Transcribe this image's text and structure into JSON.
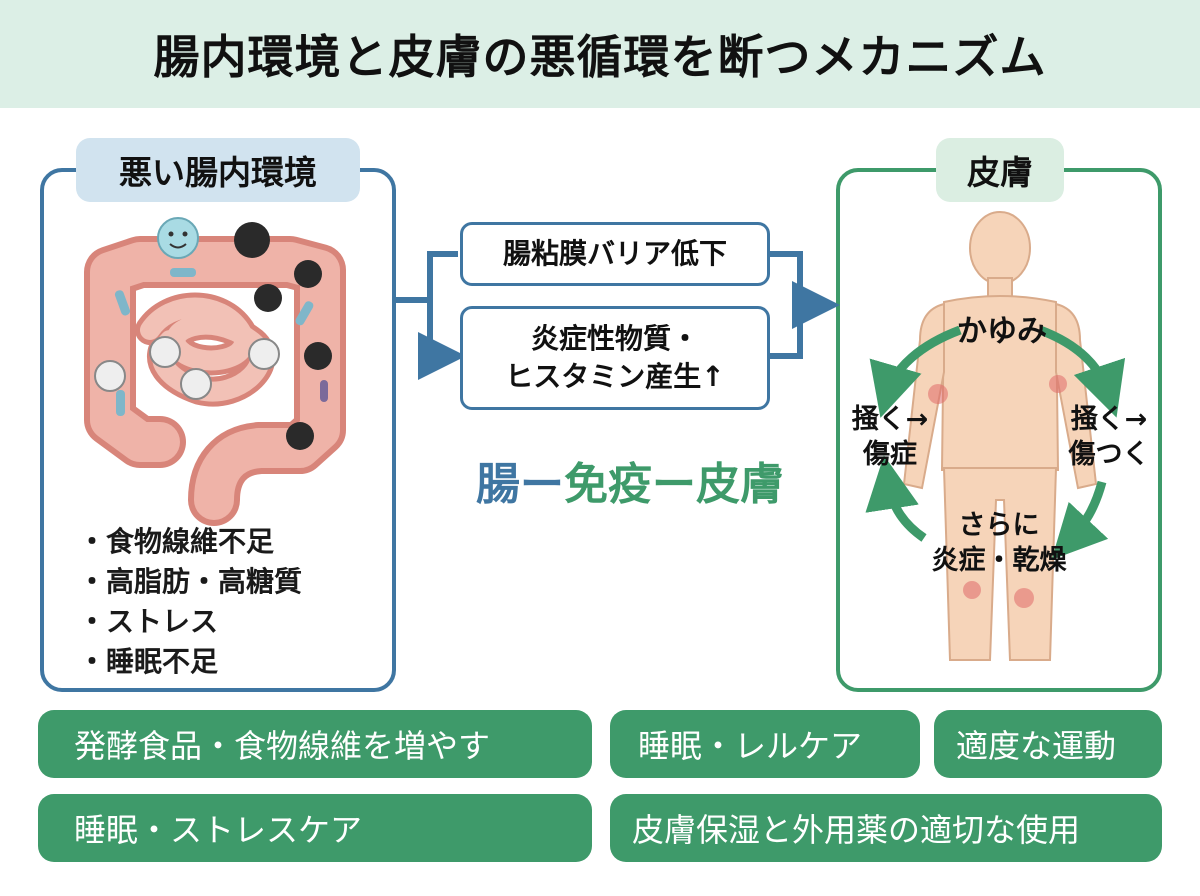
{
  "title": "腸内環境と皮膚の悪循環を断つメカニズム",
  "gut_panel": {
    "label": "悪い腸内環境",
    "factors": [
      "・食物線維不足",
      "・高脂肪・高糖質",
      "・ストレス",
      "・睡眠不足"
    ]
  },
  "skin_panel": {
    "label": "皮膚"
  },
  "mechanism": {
    "box1": "腸粘膜バリア低下",
    "box2_line1": "炎症性物質・",
    "box2_line2": "ヒスタミン産生↑"
  },
  "axis": {
    "part1": "腸",
    "dash1": "ー",
    "part2": "免疫",
    "dash2": "ー",
    "part3": "皮膚"
  },
  "cycle": {
    "center": "かゆみ",
    "left_line1": "掻く→",
    "left_line2": "傷症",
    "right_line1": "掻く→",
    "right_line2": "傷つく",
    "bottom_line1": "さらに",
    "bottom_line2": "炎症・乾燥"
  },
  "actions": [
    "発酵食品・食物線維を増やす",
    "睡眠・レルケア",
    "適度な運動",
    "睡眠・ストレスケア",
    "皮膚保湿と外用薬の適切な使用"
  ],
  "colors": {
    "header_bg": "#dcefe6",
    "blue": "#3f76a2",
    "green": "#3e9a6a",
    "gut_pink": "#e9a59a",
    "skin": "#f6d4b9"
  }
}
